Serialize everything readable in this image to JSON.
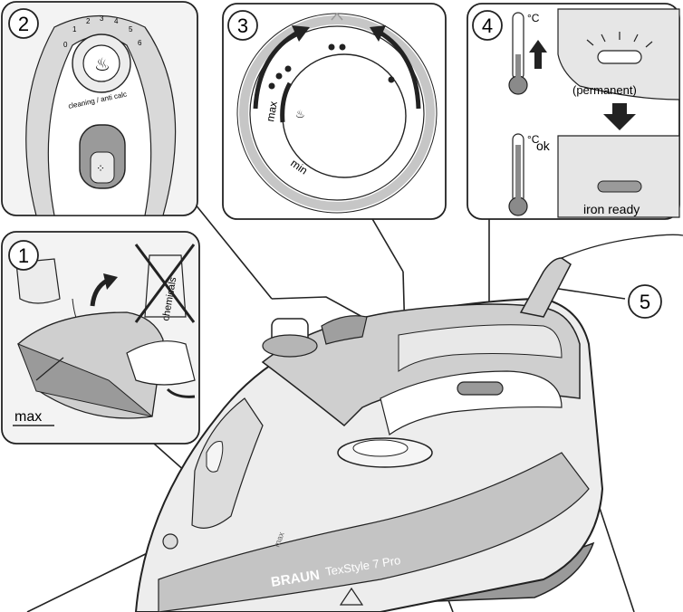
{
  "steps": {
    "step1": {
      "number": "1",
      "max_label": "max",
      "chemicals_label": "chemicals"
    },
    "step2": {
      "number": "2",
      "scale": [
        "0",
        "1",
        "2",
        "3",
        "4",
        "5",
        "6"
      ],
      "caption": "cleaning / anti calc"
    },
    "step3": {
      "number": "3",
      "max_label": "max",
      "min_label": "min"
    },
    "step4": {
      "number": "4",
      "deg_c_top": "°C",
      "deg_c_bottom": "°C",
      "ok_label": "ok",
      "permanent_label": "(permanent)",
      "iron_ready_label": "iron ready"
    },
    "step5": {
      "number": "5"
    }
  },
  "iron": {
    "brand": "BRAUN",
    "model": "TexStyle 7 Pro",
    "max_mark": "max"
  },
  "colors": {
    "body_gray": "#c9c9c9",
    "light_gray": "#e4e4e4",
    "dark_gray": "#8e8e8e",
    "outline": "#222222",
    "panel_bg": "#f2f2f2"
  },
  "icons": [
    "steam-icon",
    "arrow-up-icon",
    "arrow-down-icon",
    "thermometer-icon",
    "cross-icon"
  ]
}
